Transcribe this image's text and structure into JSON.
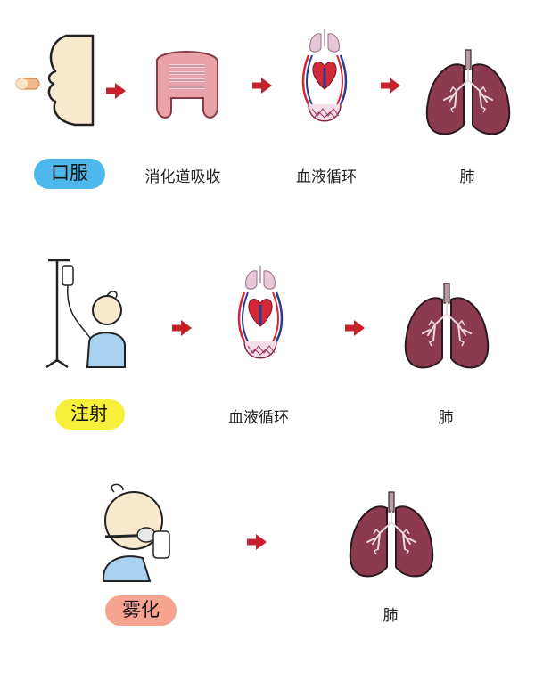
{
  "colors": {
    "arrow": "#c8202a",
    "oral_highlight": "#4db8ec",
    "injection_highlight": "#f7ef3a",
    "nebulization_highlight": "#f6a48f",
    "lung": "#8c3a4f",
    "artery": "#d2283a",
    "vein": "#2c3a8c"
  },
  "rows": [
    {
      "route": "口服",
      "steps": [
        {
          "icon": "pill-mouth-icon",
          "label": ""
        },
        {
          "icon": "intestine-icon",
          "label": "消化道吸收"
        },
        {
          "icon": "circulation-icon",
          "label": "血液循环"
        },
        {
          "icon": "lungs-icon",
          "label": "肺"
        }
      ]
    },
    {
      "route": "注射",
      "steps": [
        {
          "icon": "iv-drip-child-icon",
          "label": ""
        },
        {
          "icon": "circulation-icon",
          "label": "血液循环"
        },
        {
          "icon": "lungs-icon",
          "label": "肺"
        }
      ]
    },
    {
      "route": "雾化",
      "steps": [
        {
          "icon": "nebulizer-child-icon",
          "label": ""
        },
        {
          "icon": "lungs-icon",
          "label": "肺"
        }
      ]
    }
  ]
}
